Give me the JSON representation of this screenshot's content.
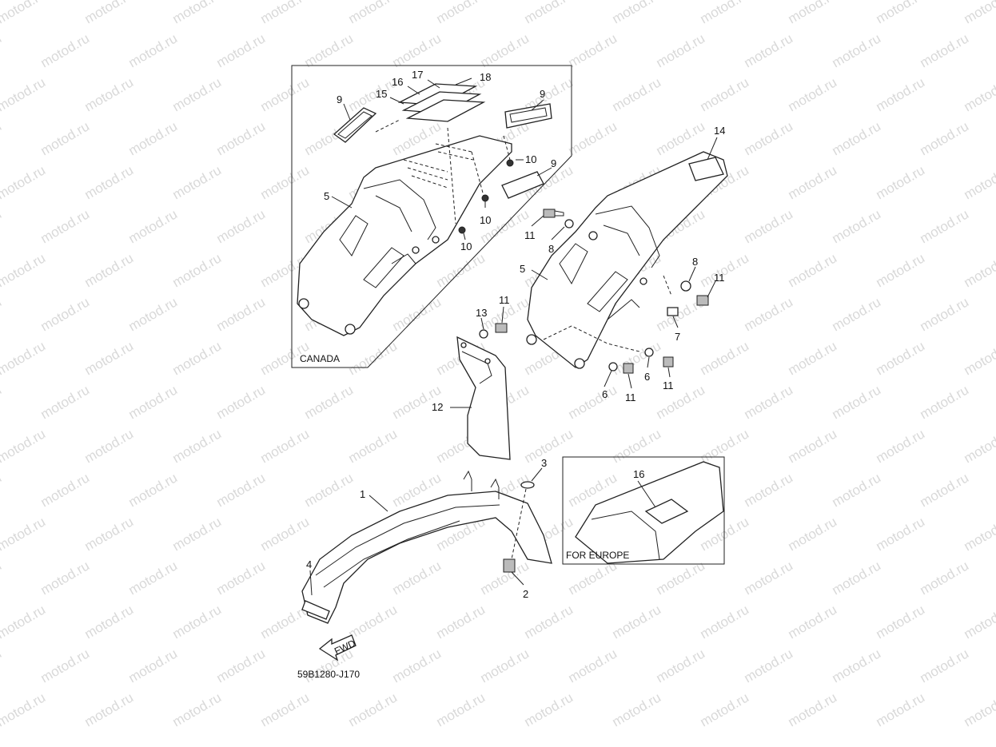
{
  "watermark": {
    "text": "motod.ru"
  },
  "callouts": {
    "c1": "1",
    "c2": "2",
    "c3": "3",
    "c4": "4",
    "c5a": "5",
    "c5b": "5",
    "c6a": "6",
    "c6b": "6",
    "c7": "7",
    "c8a": "8",
    "c8b": "8",
    "c9a": "9",
    "c9b": "9",
    "c9c": "9",
    "c10a": "10",
    "c10b": "10",
    "c10c": "10",
    "c11a": "11",
    "c11b": "11",
    "c11c": "11",
    "c11d": "11",
    "c11e": "11",
    "c12": "12",
    "c13": "13",
    "c14": "14",
    "c15": "15",
    "c16a": "16",
    "c16b": "16",
    "c17": "17",
    "c18": "18"
  },
  "boxes": {
    "canada": "CANADA",
    "europe": "FOR EUROPE"
  },
  "fwd_label": "FWD",
  "diagram_code": "59B1280-J170"
}
